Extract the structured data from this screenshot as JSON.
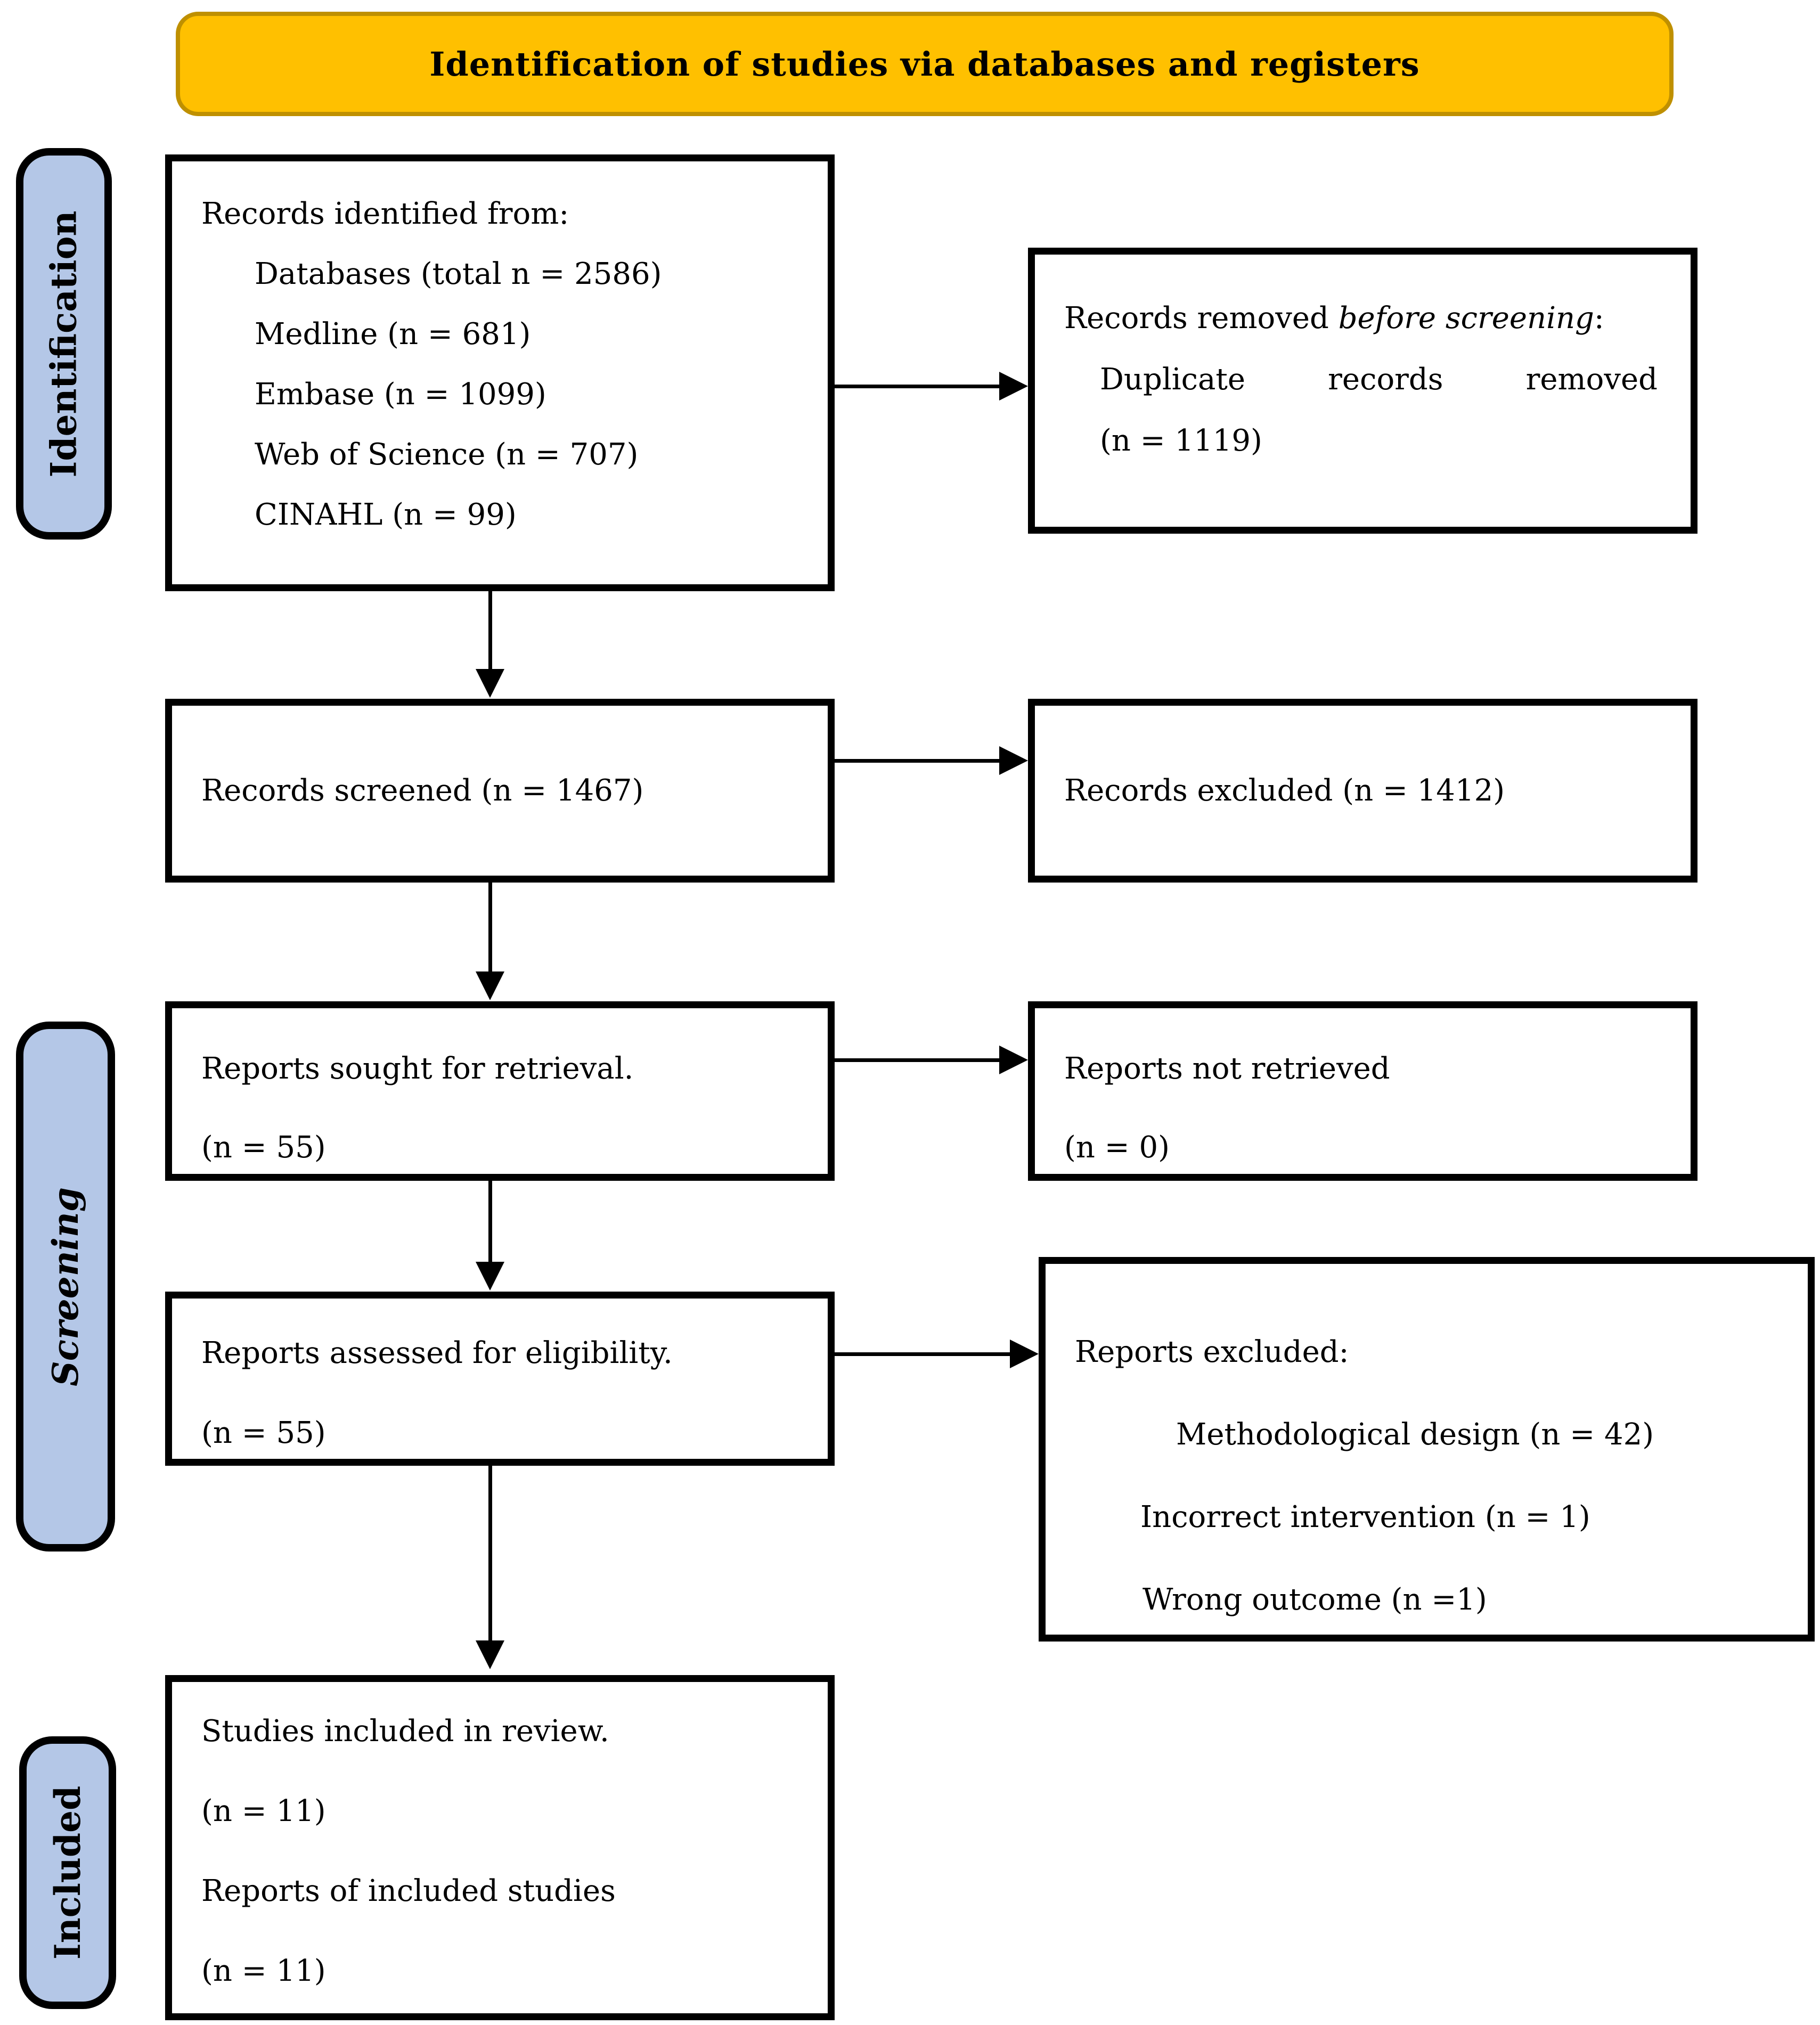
{
  "header": {
    "title": "Identification of studies via databases and registers"
  },
  "colors": {
    "banner_fill": "#FFC000",
    "banner_border": "#BF9000",
    "stage_fill": "#B4C7E7",
    "line_color": "#000000"
  },
  "stages": [
    {
      "label": "Identification"
    },
    {
      "label": "Screening"
    },
    {
      "label": "Included"
    }
  ],
  "boxes": {
    "identified": {
      "line1": "Records identified from:",
      "items": [
        "Databases (total n = 2586)",
        "Medline (n = 681)",
        "Embase (n = 1099)",
        "Web of Science (n = 707)",
        "CINAHL (n = 99)"
      ]
    },
    "removed": {
      "line1_prefix": "Records removed ",
      "line1_italic": "before screening",
      "line1_suffix": ":",
      "line2": "Duplicate records removed",
      "line3": "(n = 1119)"
    },
    "screened": {
      "line1": "Records screened (n = 1467)"
    },
    "excluded_records": {
      "line1": "Records excluded (n = 1412)"
    },
    "sought": {
      "line1": "Reports sought for retrieval.",
      "line2": "(n = 55)"
    },
    "not_retrieved": {
      "line1": "Reports not retrieved",
      "line2": "(n = 0)"
    },
    "assessed": {
      "line1": "Reports assessed for eligibility.",
      "line2": "(n = 55)"
    },
    "reports_excluded": {
      "line1": "Reports excluded:",
      "items": [
        "Methodological design (n = 42)",
        "Incorrect intervention (n = 1)",
        "Wrong outcome (n =1)"
      ]
    },
    "included": {
      "lines": [
        "Studies included in review.",
        "(n = 11)",
        "Reports of included studies",
        "(n = 11)"
      ]
    }
  }
}
